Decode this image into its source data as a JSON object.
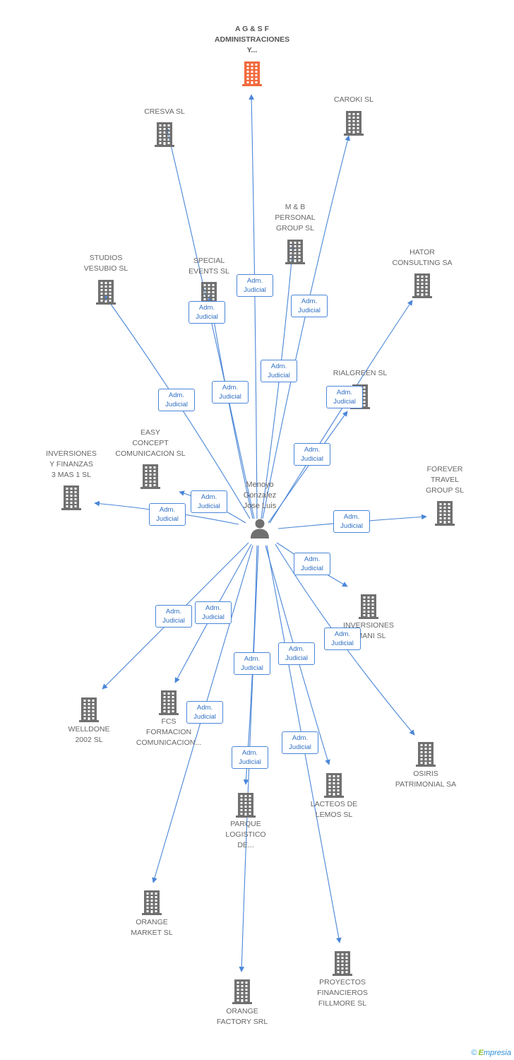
{
  "center": {
    "name_lines": [
      "Menoyo",
      "Gonzalez",
      "Jose Luis"
    ]
  },
  "edge_label_lines": [
    "Adm.",
    "Judicial"
  ],
  "companies": [
    {
      "lines": [
        "A G & S F",
        "ADMINISTRACIONES",
        "Y..."
      ],
      "highlight": true
    },
    {
      "lines": [
        "CRESVA SL"
      ]
    },
    {
      "lines": [
        "CAROKI SL"
      ]
    },
    {
      "lines": [
        "M & B",
        "PERSONAL",
        "GROUP SL"
      ]
    },
    {
      "lines": [
        "STUDIOS",
        "VESUBIO SL"
      ]
    },
    {
      "lines": [
        "SPECIAL",
        "EVENTS SL"
      ]
    },
    {
      "lines": [
        "HATOR",
        "CONSULTING SA"
      ]
    },
    {
      "lines": [
        "RIALGREEN SL"
      ]
    },
    {
      "lines": [
        "EASY",
        "CONCEPT",
        "COMUNICACION SL"
      ]
    },
    {
      "lines": [
        "INVERSIONES",
        "Y FINANZAS",
        "3 MAS 1 SL"
      ]
    },
    {
      "lines": [
        "FOREVER",
        "TRAVEL",
        "GROUP SL"
      ]
    },
    {
      "lines": [
        "INVERSIONES",
        "AMANI SL"
      ]
    },
    {
      "lines": [
        "WELLDONE",
        "2002 SL"
      ]
    },
    {
      "lines": [
        "FCS",
        "FORMACION",
        "COMUNICACION..."
      ]
    },
    {
      "lines": [
        "OSIRIS",
        "PATRIMONIAL SA"
      ]
    },
    {
      "lines": [
        "LACTEOS DE",
        "LEMOS SL"
      ]
    },
    {
      "lines": [
        "PARQUE",
        "LOGISTICO",
        "DE..."
      ]
    },
    {
      "lines": [
        "ORANGE",
        "MARKET SL"
      ]
    },
    {
      "lines": [
        "PROYECTOS",
        "FINANCIEROS",
        "FILLMORE SL"
      ]
    },
    {
      "lines": [
        "ORANGE",
        "FACTORY SRL"
      ]
    }
  ],
  "colors": {
    "edge": "#4a86d8",
    "building": "#707070",
    "highlight_building": "#f26a3d",
    "person": "#707070"
  },
  "brand": {
    "copyright": "©",
    "initial": "E",
    "rest": "mpresia"
  }
}
